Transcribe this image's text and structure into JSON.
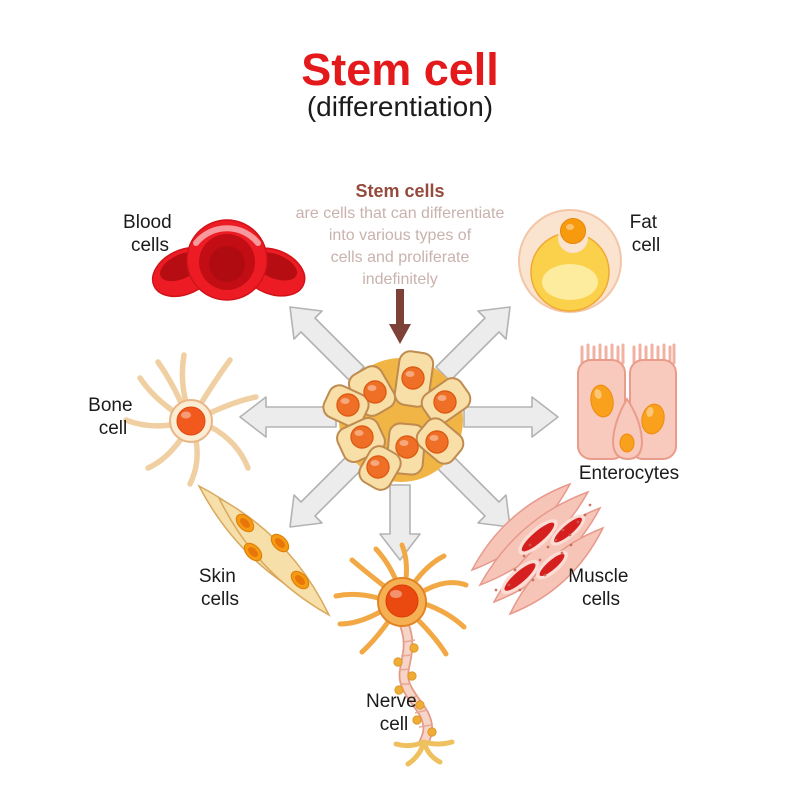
{
  "title": {
    "text": "Stem cell",
    "subtitle": "(differentiation)"
  },
  "description": {
    "heading": "Stem cells",
    "line1": "are cells that can differentiate",
    "line2": "into various types of",
    "line3": "cells and proliferate",
    "line4": "indefinitely"
  },
  "center_cluster": {
    "name": "stem cell cluster",
    "cell_count": 8
  },
  "cell_types": [
    {
      "id": "blood",
      "label": "Blood cells",
      "position": "upper-left"
    },
    {
      "id": "fat",
      "label": "Fat cell",
      "position": "upper-right"
    },
    {
      "id": "bone",
      "label": "Bone cell",
      "position": "left"
    },
    {
      "id": "enterocytes",
      "label": "Enterocytes",
      "position": "right"
    },
    {
      "id": "skin",
      "label": "Skin cells",
      "position": "lower-left"
    },
    {
      "id": "muscle",
      "label": "Muscle cells",
      "position": "lower-right"
    },
    {
      "id": "nerve",
      "label": "Nerve cell",
      "position": "bottom"
    }
  ],
  "labels": {
    "blood": {
      "line1": "Blood",
      "line2": "cells"
    },
    "fat": {
      "line1": "Fat",
      "line2": "cell"
    },
    "bone": {
      "line1": "Bone",
      "line2": "cell"
    },
    "enterocytes": {
      "line1": "Enterocytes"
    },
    "skin": {
      "line1": "Skin",
      "line2": "cells"
    },
    "muscle": {
      "line1": "Muscle",
      "line2": "cells"
    },
    "nerve": {
      "line1": "Nerve",
      "line2": "cell"
    }
  },
  "colors": {
    "background": "#ffffff",
    "title_red": "#e3191c",
    "text_black": "#1b1b1b",
    "desc_heading": "#944a3c",
    "desc_body": "#c9b2ad",
    "arrow_fill": "#ececec",
    "arrow_stroke": "#b3b3b3",
    "inflow_arrow": "#7d4137",
    "stem_cell_body": "#f8dfa8",
    "stem_cell_outline": "#bf8b4f",
    "stem_nucleus_orange": "#f06f26",
    "blood_red": "#ed1c24",
    "blood_dark_red": "#b50d12",
    "fat_membrane": "#fae3cf",
    "fat_yellow": "#fbd14b",
    "fat_nucleus": "#f79a0d",
    "bone_cream": "#fbecd4",
    "bone_nucleus": "#f1591d",
    "enterocyte_pink": "#f8c9bd",
    "enterocyte_nucleus": "#f9a01c",
    "skin_cream": "#f7dfa9",
    "skin_nucleus": "#f59a12",
    "muscle_pink": "#f7c5b8",
    "muscle_nucleus_red": "#d61f1f",
    "nerve_orange": "#f6b054",
    "nerve_nucleus": "#ea4a10",
    "axon_pink": "#f7d4c8",
    "myelin_node_yellow": "#efad36"
  }
}
